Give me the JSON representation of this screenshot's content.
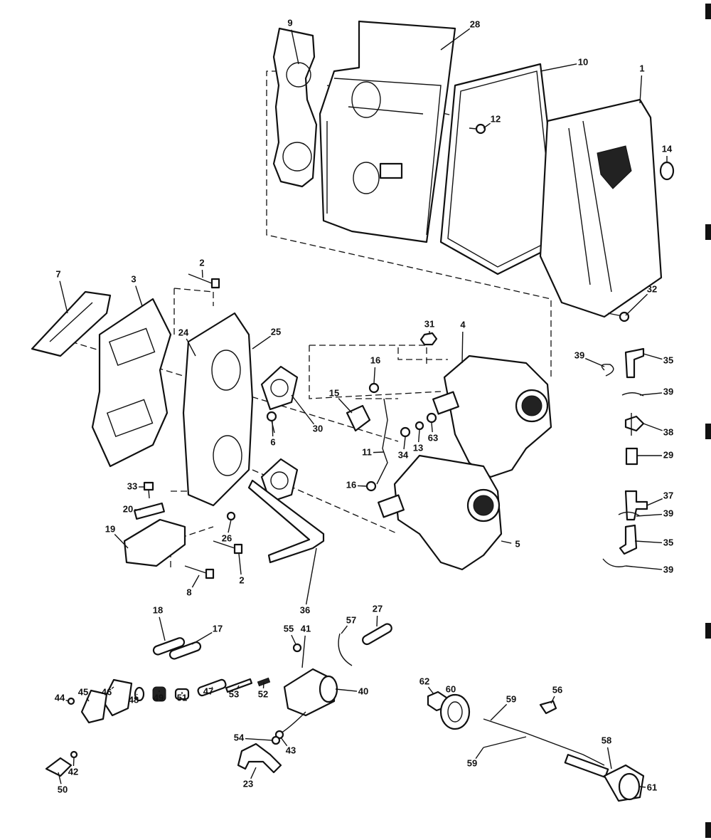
{
  "diagram": {
    "callouts": [
      "9",
      "28",
      "10",
      "1",
      "12",
      "14",
      "2",
      "7",
      "3",
      "25",
      "24",
      "32",
      "31",
      "4",
      "39",
      "35",
      "16",
      "15",
      "39",
      "30",
      "6",
      "38",
      "34",
      "13",
      "63",
      "11",
      "29",
      "16",
      "33",
      "37",
      "20",
      "26",
      "39",
      "19",
      "5",
      "35",
      "2",
      "8",
      "36",
      "39",
      "18",
      "17",
      "27",
      "57",
      "55",
      "41",
      "44",
      "45",
      "46",
      "48",
      "49",
      "51",
      "47",
      "53",
      "52",
      "40",
      "62",
      "60",
      "59",
      "56",
      "54",
      "43",
      "42",
      "23",
      "50",
      "59",
      "58",
      "61"
    ]
  }
}
